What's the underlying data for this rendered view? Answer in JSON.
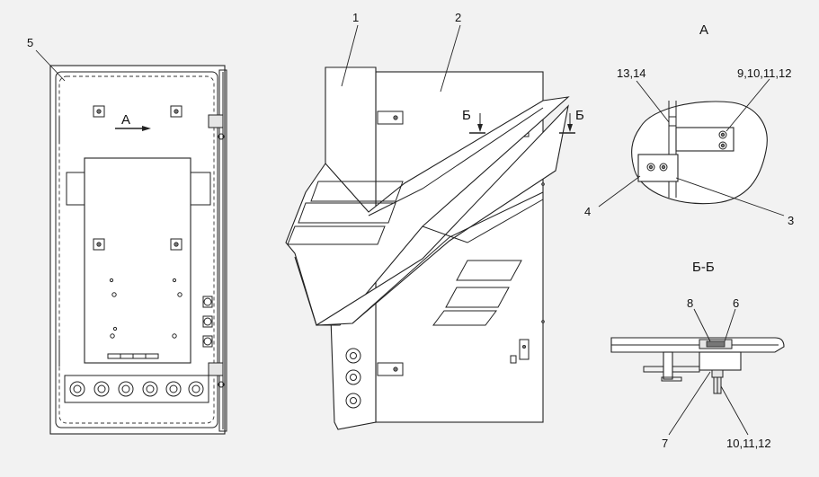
{
  "labels": {
    "item_5": "5",
    "item_1": "1",
    "item_2": "2",
    "view_a_arrow": "А",
    "section_b_left": "Б",
    "section_b_right": "Б",
    "view_a_title": "А",
    "item_13_14": "13,14",
    "item_9_10_11_12": "9,10,11,12",
    "item_4": "4",
    "item_3": "3",
    "section_title": "Б-Б",
    "item_8": "8",
    "item_6": "6",
    "item_7": "7",
    "item_10_11_12": "10,11,12"
  },
  "colors": {
    "line": "#222222",
    "background": "#f2f2f2",
    "part_fill": "#ffffff"
  }
}
